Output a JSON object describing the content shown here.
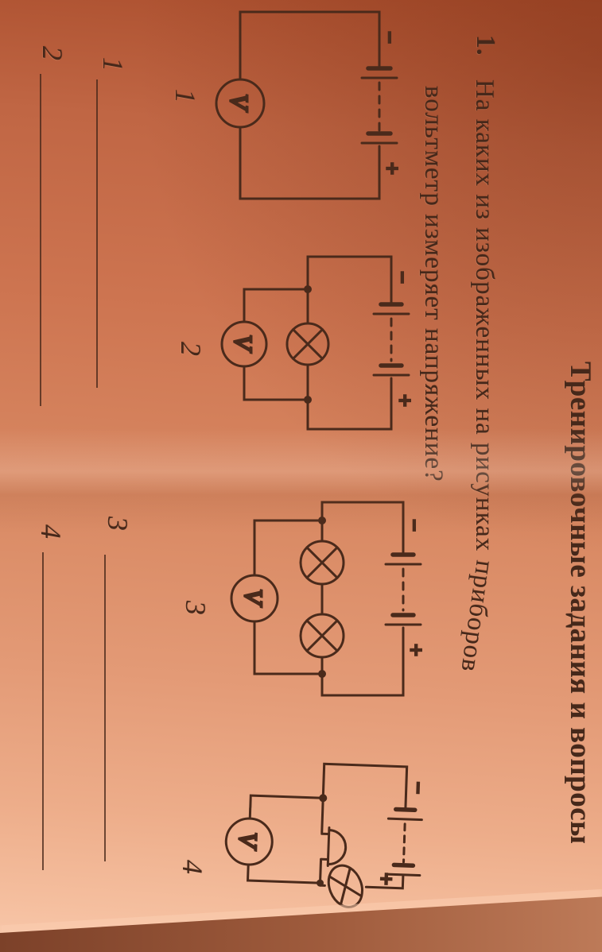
{
  "photo": {
    "title": "Тренировочные задания и вопросы",
    "question": {
      "number": "1.",
      "text_line1": "На каких из изображенных на рисунках",
      "text_line1_end": "приборов",
      "text_line2": "вольтметр измеряет напряжение?"
    },
    "symbols": {
      "minus": "−",
      "plus": "+",
      "voltmeter": "V"
    },
    "circuit_labels": [
      "1",
      "2",
      "3",
      "4"
    ],
    "answer_labels": [
      "1",
      "2",
      "3",
      "4"
    ]
  }
}
